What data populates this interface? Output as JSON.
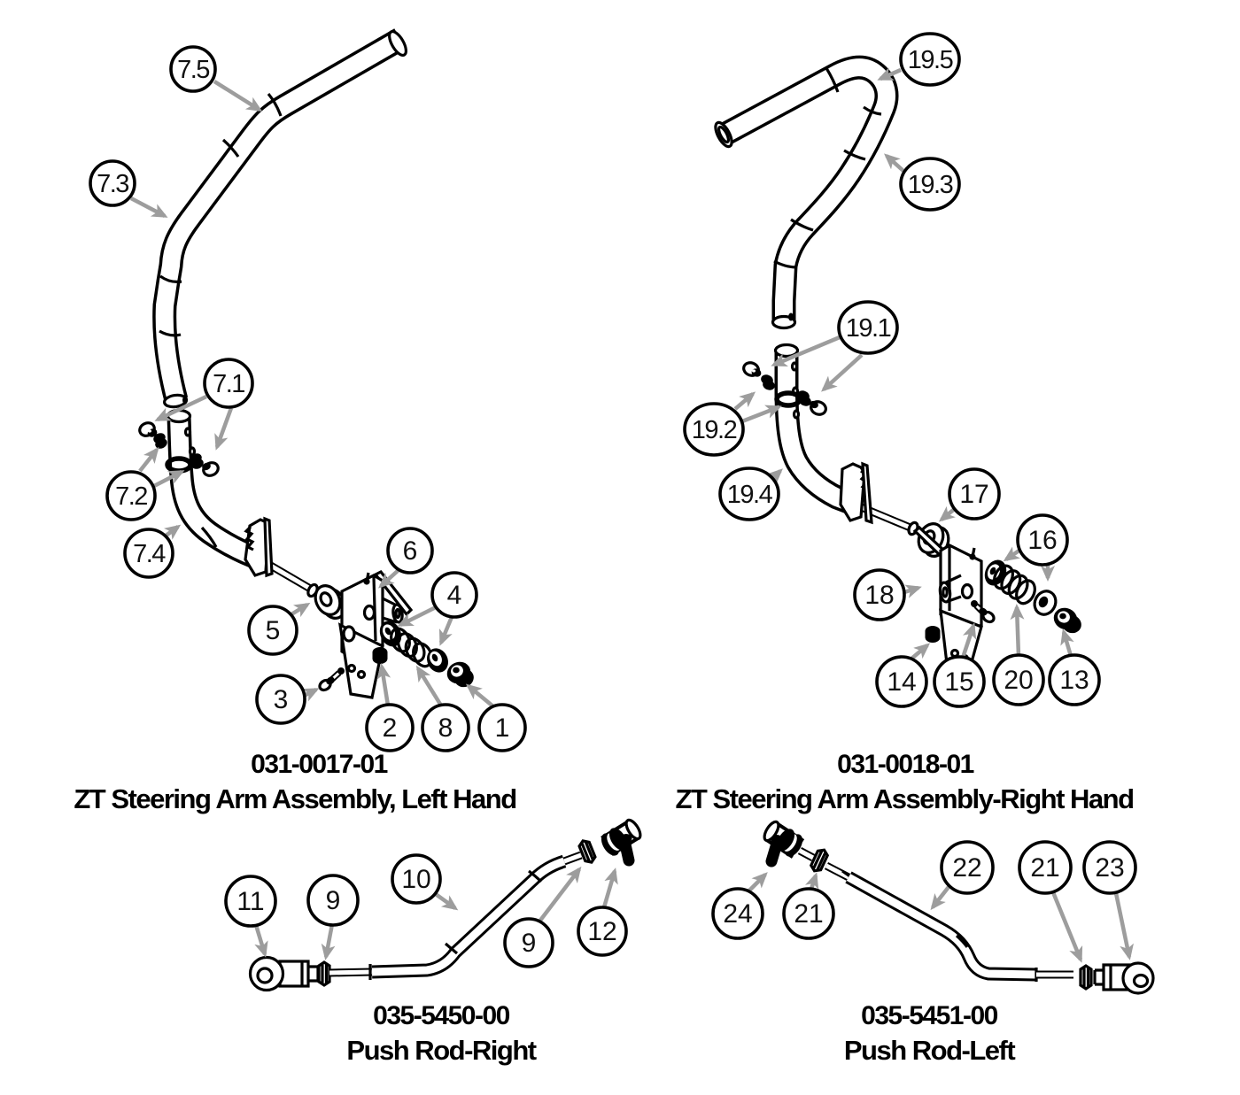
{
  "figure": {
    "type": "exploded-parts-diagram",
    "background_color": "#ffffff",
    "line_color": "#000000",
    "leader_arrow_color": "#9d9d9d"
  },
  "assemblies": [
    {
      "id": "zt-steering-arm-left",
      "part_number": "031-0017-01",
      "title": "ZT Steering Arm Assembly, Left Hand",
      "callouts": [
        "7.5",
        "7.3",
        "7.1",
        "7.2",
        "7.4",
        "6",
        "5",
        "4",
        "3",
        "2",
        "8",
        "1"
      ]
    },
    {
      "id": "zt-steering-arm-right",
      "part_number": "031-0018-01",
      "title": "ZT Steering Arm Assembly-Right Hand",
      "callouts": [
        "19.5",
        "19.3",
        "19.1",
        "19.2",
        "19.4",
        "17",
        "16",
        "18",
        "14",
        "15",
        "20",
        "13"
      ]
    },
    {
      "id": "push-rod-right",
      "part_number": "035-5450-00",
      "title": "Push Rod-Right",
      "callouts": [
        "11",
        "9",
        "10",
        "9",
        "12"
      ]
    },
    {
      "id": "push-rod-left",
      "part_number": "035-5451-00",
      "title": "Push Rod-Left",
      "callouts": [
        "24",
        "21",
        "22",
        "21",
        "23"
      ]
    }
  ]
}
